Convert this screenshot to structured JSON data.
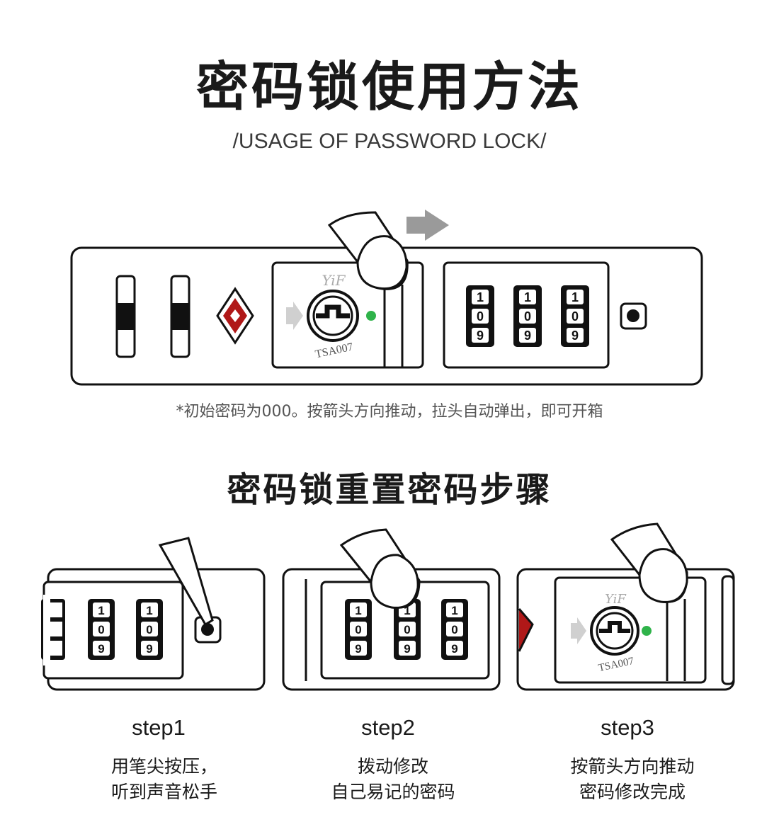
{
  "header": {
    "title": "密码锁使用方法",
    "subtitle": "/USAGE OF PASSWORD LOCK/"
  },
  "main_lock": {
    "brand": "YiF",
    "model": "TSA007",
    "dials": [
      [
        "1",
        "0",
        "9"
      ],
      [
        "1",
        "0",
        "9"
      ],
      [
        "1",
        "0",
        "9"
      ]
    ]
  },
  "note": "*初始密码为000。按箭头方向推动，拉头自动弹出，即可开箱",
  "reset_section": {
    "title": "密码锁重置密码步骤",
    "steps": [
      {
        "label": "step1",
        "desc_line1": "用笔尖按压，",
        "desc_line2": "听到声音松手"
      },
      {
        "label": "step2",
        "desc_line1": "拨动修改",
        "desc_line2": "自己易记的密码"
      },
      {
        "label": "step3",
        "desc_line1": "按箭头方向推动",
        "desc_line2": "密码修改完成"
      }
    ]
  },
  "colors": {
    "outline": "#111111",
    "tsa_red": "#b01818",
    "indicator_green": "#2fb34a",
    "arrow_grey": "#9a9a9a"
  }
}
